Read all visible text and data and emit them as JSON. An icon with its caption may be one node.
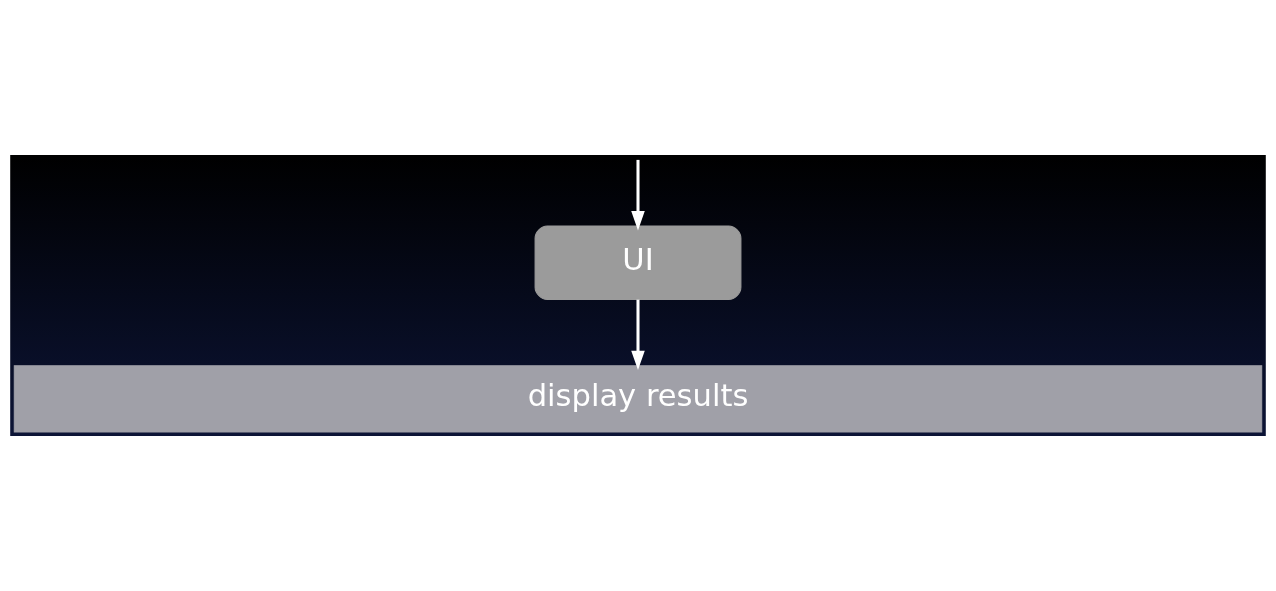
{
  "diagram": {
    "nodes": [
      {
        "text": [
          "UI"
        ]
      },
      {
        "text": [
          "display results"
        ]
      }
    ],
    "edges": [
      {
        "from": null,
        "to": 0,
        "arrow": "to"
      },
      {
        "from": 0,
        "to": 1,
        "arrow": "to"
      }
    ]
  }
}
